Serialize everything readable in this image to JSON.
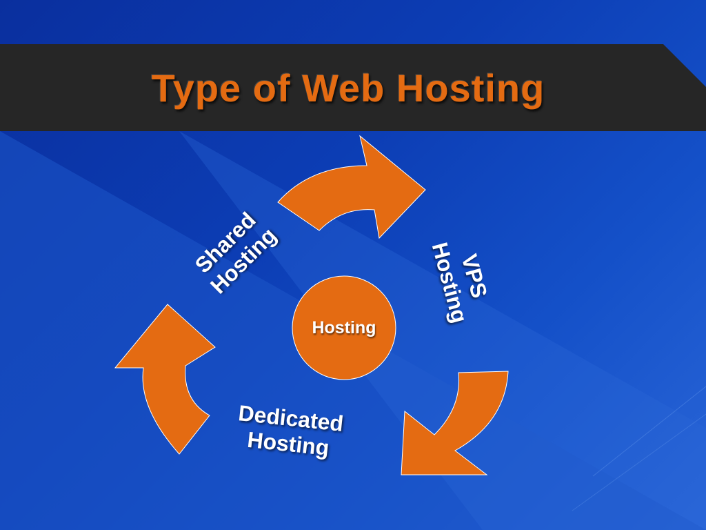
{
  "slide": {
    "title": "Type of Web Hosting"
  },
  "diagram": {
    "center": "Hosting",
    "items": [
      {
        "line1": "Shared",
        "line2": "Hosting"
      },
      {
        "line1": "VPS",
        "line2": "Hosting"
      },
      {
        "line1": "Dedicated",
        "line2": "Hosting"
      }
    ]
  },
  "colors": {
    "accent": "#e46b12",
    "title_bar": "#262626",
    "background": "#0c3db4",
    "label_text": "#ffffff"
  }
}
